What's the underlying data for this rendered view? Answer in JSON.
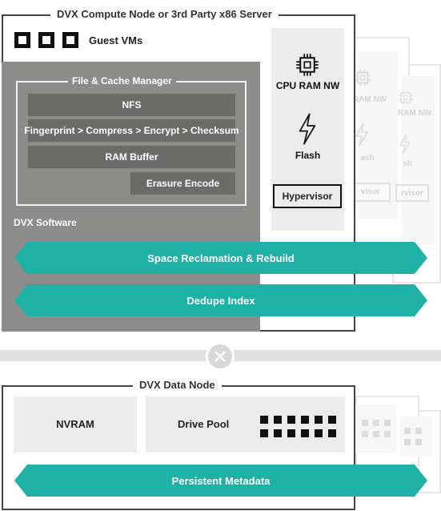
{
  "compute_node": {
    "title": "DVX Compute Node or 3rd Party x86 Server",
    "guest_vms_label": "Guest VMs",
    "dvx_software_label": "DVX Software",
    "file_cache_manager": {
      "title": "File & Cache Manager",
      "nfs": "NFS",
      "pipeline": "Fingerprint > Compress > Encrypt > Checksum",
      "ram_buffer": "RAM Buffer",
      "erasure_encode": "Erasure Encode"
    },
    "resources": {
      "cpu_label": "CPU RAM NW",
      "flash_label": "Flash",
      "hypervisor_label": "Hypervisor"
    },
    "banners": {
      "space_reclamation": "Space Reclamation & Rebuild",
      "dedupe_index": "Dedupe Index"
    }
  },
  "ghost_servers": {
    "cpu_label": "RAM NW",
    "flash_label": "ash",
    "hypervisor_label": "visor",
    "cpu_label_2": "RAM NW",
    "flash_label_2": "sh",
    "hypervisor_label_2": "rvisor"
  },
  "data_node": {
    "title": "DVX Data Node",
    "nvram_label": "NVRAM",
    "drive_pool_label": "Drive Pool",
    "persistent_metadata": "Persistent Metadata"
  },
  "icons": {
    "cpu": "cpu-chip-icon",
    "flash": "lightning-bolt-icon",
    "connector": "x-circle-icon"
  },
  "colors": {
    "teal": "#1fb1a6",
    "software_gray": "#8c8c8b",
    "row_gray": "#6b6b6a",
    "panel_gray": "#ececec"
  }
}
